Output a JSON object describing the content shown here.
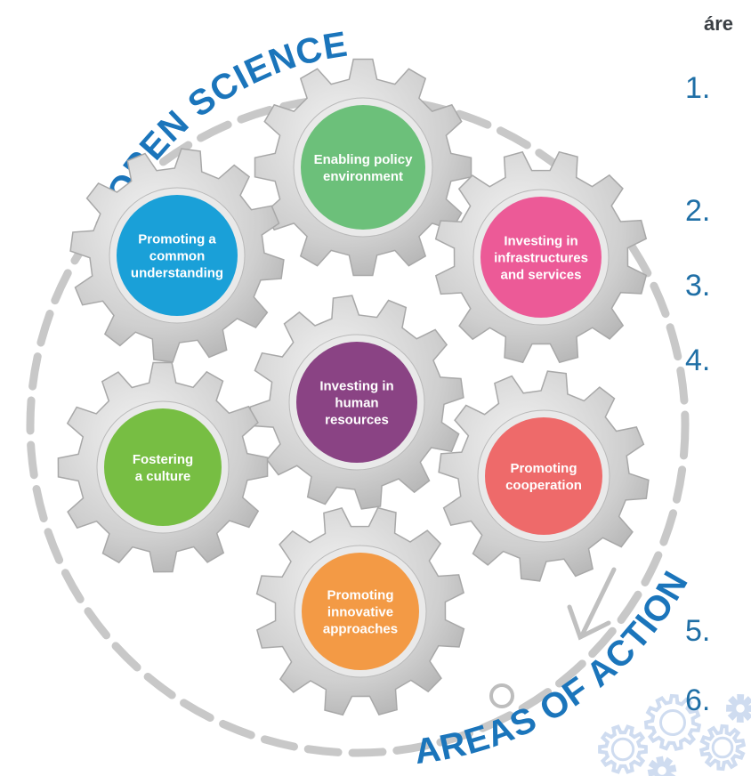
{
  "arc_titles": {
    "top": "OPEN SCIENCE",
    "bottom": "AREAS OF ACTION"
  },
  "side_heading": "áre",
  "list_numbers": [
    "1.",
    "2.",
    "3.",
    "4.",
    "5.",
    "6."
  ],
  "gears": [
    {
      "id": "policy",
      "color": "#6cc07a",
      "lines": [
        "Enabling policy",
        "environment"
      ]
    },
    {
      "id": "understanding",
      "color": "#1aa0d8",
      "lines": [
        "Promoting a",
        "common",
        "understanding"
      ]
    },
    {
      "id": "infrastructures",
      "color": "#ec5a97",
      "lines": [
        "Investing in",
        "infrastructures",
        "and services"
      ]
    },
    {
      "id": "human",
      "color": "#8a4384",
      "lines": [
        "Investing in",
        "human",
        "resources"
      ]
    },
    {
      "id": "culture",
      "color": "#77be43",
      "lines": [
        "Fostering",
        "a culture"
      ]
    },
    {
      "id": "cooperation",
      "color": "#ee6a6a",
      "lines": [
        "Promoting",
        "cooperation"
      ]
    },
    {
      "id": "innovative",
      "color": "#f39a45",
      "lines": [
        "Promoting",
        "innovative",
        "approaches"
      ]
    }
  ],
  "colors": {
    "gear_body": "#cfcfcf",
    "gear_edge": "#a8a8a8",
    "dashed_circle": "#c8c8c8",
    "arc_title": "#1b75bb",
    "deco_gears": "#cfdcf0"
  }
}
